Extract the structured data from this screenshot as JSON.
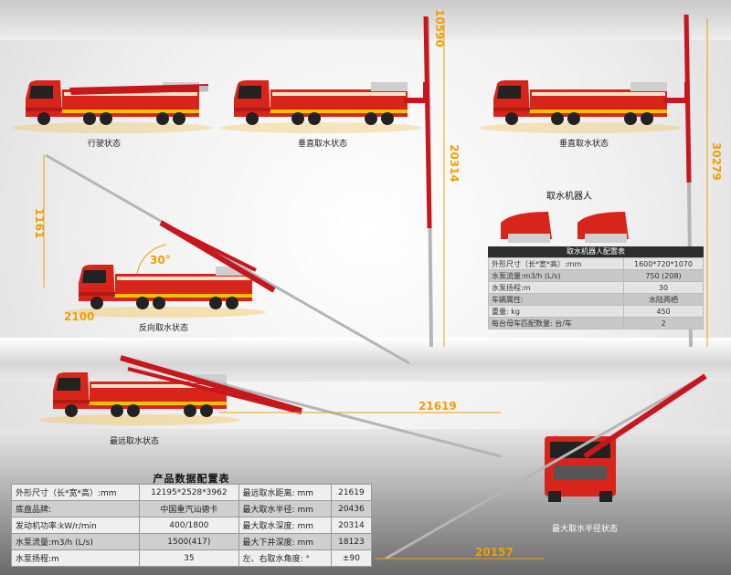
{
  "captions": {
    "travel": "行驶状态",
    "vertical1": "垂直取水状态",
    "vertical2": "垂直取水状态",
    "reverse": "反向取水状态",
    "farthest": "最远取水状态",
    "max_radius": "最大取水半径状态"
  },
  "dimensions": {
    "d10590": "10590",
    "d20314": "20314",
    "d30279": "30279",
    "d1161": "1161",
    "angle": "30°",
    "d2100": "2100",
    "d21619": "21619",
    "d20157": "20157"
  },
  "robot": {
    "title": "取水机器人",
    "table_title": "取水机器人配置表",
    "rows": [
      {
        "label": "外形尺寸（长*宽*高）:mm",
        "value": "1600*720*1070"
      },
      {
        "label": "水泵流量:m3/h (L/s)",
        "value": "750 (208)"
      },
      {
        "label": "水泵扬程:m",
        "value": "30"
      },
      {
        "label": "车辆属性:",
        "value": "水陆两栖"
      },
      {
        "label": "重量: kg",
        "value": "450"
      },
      {
        "label": "每台母车匹配数量: 台/车",
        "value": "2"
      }
    ]
  },
  "product": {
    "title": "产品数据配置表",
    "rows": [
      {
        "k1": "外形尺寸（长*宽*高）:mm",
        "v1": "12195*2528*3962",
        "k2": "最远取水距离: mm",
        "v2": "21619"
      },
      {
        "k1": "底盘品牌:",
        "v1": "中国重汽汕德卡",
        "k2": "最大取水半径: mm",
        "v2": "20436"
      },
      {
        "k1": "发动机功率:kW/r/min",
        "v1": "400/1800",
        "k2": "最大取水深度: mm",
        "v2": "20314"
      },
      {
        "k1": "水泵流量:m3/h (L/s)",
        "v1": "1500(417)",
        "k2": "最大下井深度: mm",
        "v2": "18123"
      },
      {
        "k1": "水泵扬程:m",
        "v1": "35",
        "k2": "左、右取水角度: °",
        "v2": "±90"
      }
    ]
  },
  "colors": {
    "truck_red": "#d8251b",
    "dimension_orange": "#f0a000",
    "boom_red": "#c8161d"
  }
}
